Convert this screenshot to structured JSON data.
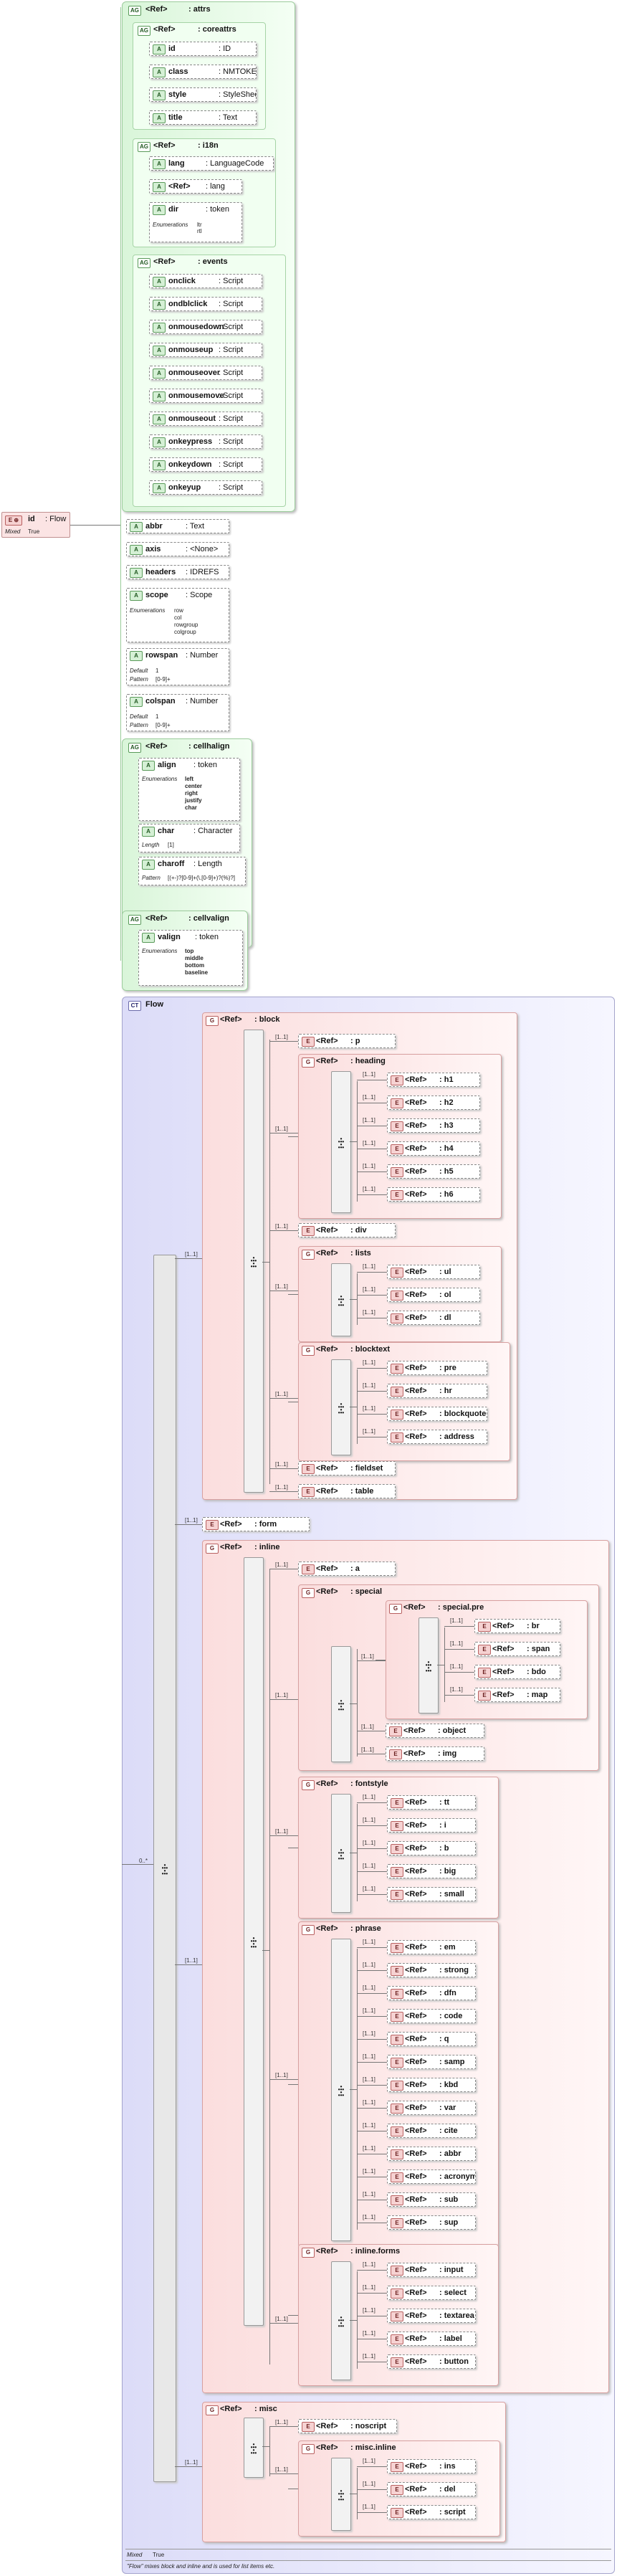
{
  "ref": "<Ref>",
  "default_lbl": "Default",
  "pattern_lbl": "Pattern",
  "length_lbl": "Length",
  "enum_lbl": "Enumerations",
  "mixed_lbl": "Mixed",
  "id_attr": {
    "name": "id",
    "type": ": Flow",
    "mixed_val": "True"
  },
  "attrs": {
    "title": ": attrs",
    "coreattrs": {
      "title": ": coreattrs",
      "items": [
        {
          "n": "id",
          "t": ": ID"
        },
        {
          "n": "class",
          "t": ": NMTOKENS"
        },
        {
          "n": "style",
          "t": ": StyleSheet"
        },
        {
          "n": "title",
          "t": ": Text"
        }
      ]
    },
    "i18n": {
      "title": ": i18n",
      "lang": {
        "n": "lang",
        "t": ": LanguageCode"
      },
      "reflang": {
        "t": ": lang"
      },
      "dir": {
        "n": "dir",
        "t": ": token"
      },
      "dir_enum": "ltr\nrtl"
    },
    "events": {
      "title": ": events",
      "items": [
        {
          "n": "onclick",
          "t": ": Script"
        },
        {
          "n": "ondblclick",
          "t": ": Script"
        },
        {
          "n": "onmousedown",
          "t": ": Script"
        },
        {
          "n": "onmouseup",
          "t": ": Script"
        },
        {
          "n": "onmouseover",
          "t": ": Script"
        },
        {
          "n": "onmousemove",
          "t": ": Script"
        },
        {
          "n": "onmouseout",
          "t": ": Script"
        },
        {
          "n": "onkeypress",
          "t": ": Script"
        },
        {
          "n": "onkeydown",
          "t": ": Script"
        },
        {
          "n": "onkeyup",
          "t": ": Script"
        }
      ]
    }
  },
  "abbr": {
    "n": "abbr",
    "t": ": Text"
  },
  "axis": {
    "n": "axis",
    "t": ": <None>"
  },
  "headers": {
    "n": "headers",
    "t": ": IDREFS"
  },
  "scope": {
    "n": "scope",
    "t": ": Scope",
    "enum": "row\ncol\nrowgroup\ncolgroup"
  },
  "rowspan": {
    "n": "rowspan",
    "t": ": Number",
    "default": "1",
    "pattern": "[0-9]+"
  },
  "colspan": {
    "n": "colspan",
    "t": ": Number",
    "default": "1",
    "pattern": "[0-9]+"
  },
  "cellhalign": {
    "title": ": cellhalign",
    "align": {
      "n": "align",
      "t": ": token",
      "enum": "left\ncenter\nright\njustify\nchar"
    },
    "char": {
      "n": "char",
      "t": ": Character",
      "length": "[1]"
    },
    "charoff": {
      "n": "charoff",
      "t": ": Length",
      "pattern": "[(+-)?[0-9]+(\\.[0-9]+)?(%)?]"
    }
  },
  "cellvalign": {
    "title": ": cellvalign",
    "valign": {
      "n": "valign",
      "t": ": token",
      "enum": "top\nmiddle\nbottom\nbaseline"
    }
  },
  "flow": {
    "title": "Flow",
    "card_main": "0..*",
    "c11": "[1..1]",
    "block": {
      "title": ": block",
      "p": ": p",
      "heading": {
        "title": ": heading",
        "items": [
          ": h1",
          ": h2",
          ": h3",
          ": h4",
          ": h5",
          ": h6"
        ]
      },
      "div": ": div",
      "lists": {
        "title": ": lists",
        "items": [
          ": ul",
          ": ol",
          ": dl"
        ]
      },
      "blocktext": {
        "title": ": blocktext",
        "items": [
          ": pre",
          ": hr",
          ": blockquote",
          ": address"
        ]
      },
      "fieldset": ": fieldset",
      "table": ": table"
    },
    "form": ": form",
    "inline": {
      "title": ": inline",
      "a": ": a",
      "special": {
        "title": ": special",
        "specialpre": {
          "title": ": special.pre",
          "items": [
            ": br",
            ": span",
            ": bdo",
            ": map"
          ]
        },
        "object": ": object",
        "img": ": img"
      },
      "fontstyle": {
        "title": ": fontstyle",
        "items": [
          ": tt",
          ": i",
          ": b",
          ": big",
          ": small"
        ]
      },
      "phrase": {
        "title": ": phrase",
        "items": [
          ": em",
          ": strong",
          ": dfn",
          ": code",
          ": q",
          ": samp",
          ": kbd",
          ": var",
          ": cite",
          ": abbr",
          ": acronym",
          ": sub",
          ": sup"
        ]
      },
      "inlineforms": {
        "title": ": inline.forms",
        "items": [
          ": input",
          ": select",
          ": textarea",
          ": label",
          ": button"
        ]
      }
    },
    "misc": {
      "title": ": misc",
      "noscript": ": noscript",
      "miscinline": {
        "title": ": misc.inline",
        "items": [
          ": ins",
          ": del",
          ": script"
        ]
      }
    },
    "mixed_val": "True",
    "description": "\"Flow\" mixes block and inline and is used for list items etc."
  }
}
